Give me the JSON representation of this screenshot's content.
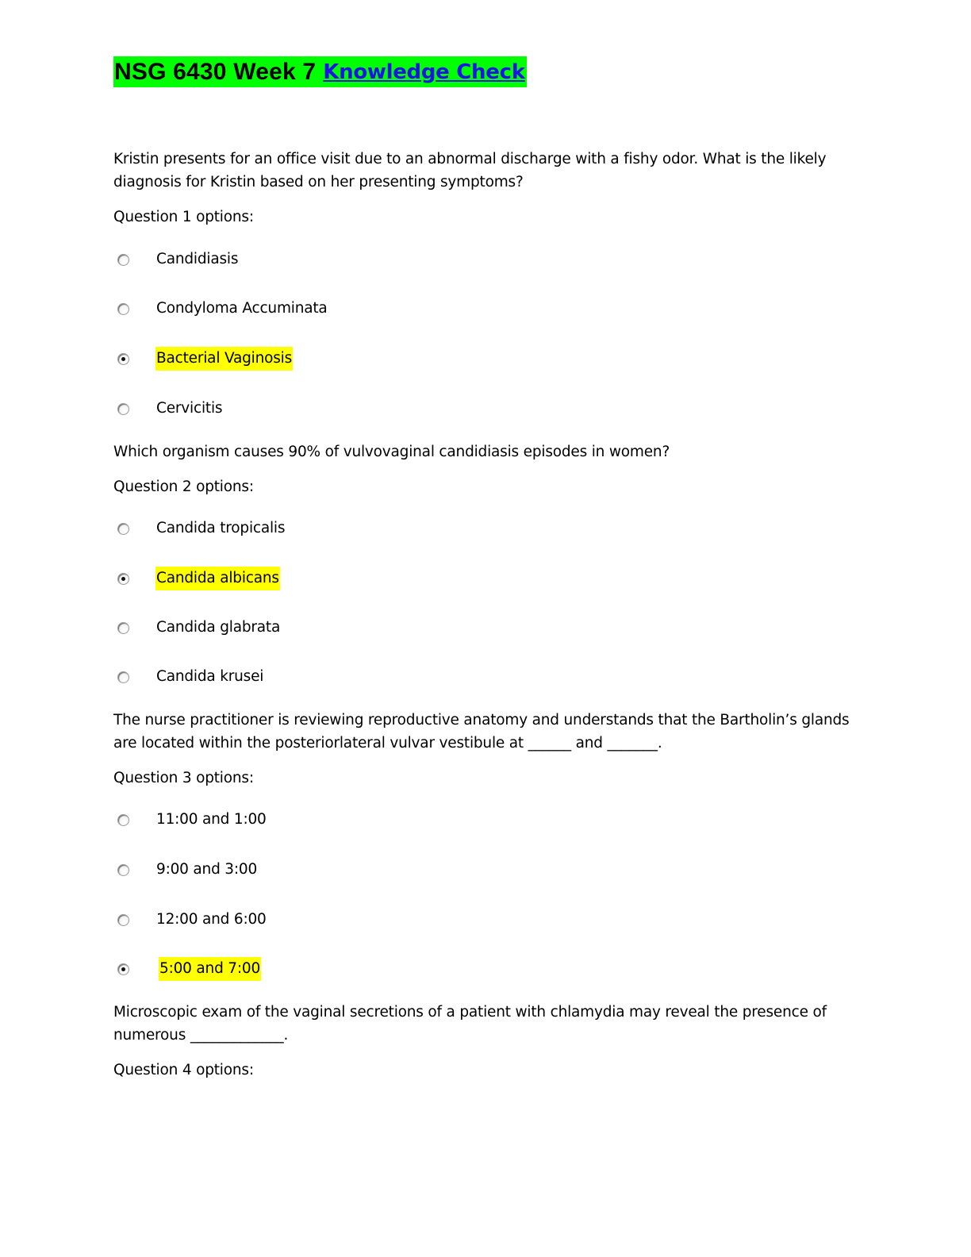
{
  "title": {
    "main": "NSG 6430 Week 7",
    "link": "Knowledge Check",
    "highlight_color": "#00ff00",
    "link_color": "#1a12e6"
  },
  "answer_highlight_color": "#ffff00",
  "questions": [
    {
      "prompt_line1": "Kristin presents for an office visit due to an abnormal discharge with a fishy odor. What is the likely",
      "prompt_line2": "diagnosis for Kristin based on her presenting symptoms?",
      "options_label": "Question 1 options:",
      "options": [
        {
          "label": "Candidiasis",
          "selected": false
        },
        {
          "label": "Condyloma Accuminata",
          "selected": false
        },
        {
          "label": "Bacterial Vaginosis",
          "selected": true
        },
        {
          "label": "Cervicitis",
          "selected": false
        }
      ]
    },
    {
      "prompt_line1": "Which organism causes 90% of vulvovaginal candidiasis episodes in women?",
      "options_label": "Question 2 options:",
      "options": [
        {
          "label": "Candida tropicalis",
          "selected": false
        },
        {
          "label": "Candida albicans",
          "selected": true
        },
        {
          "label": "Candida glabrata",
          "selected": false
        },
        {
          "label": "Candida krusei",
          "selected": false
        }
      ]
    },
    {
      "prompt_line1": "The nurse practitioner is reviewing reproductive anatomy and understands that the Bartholin’s glands",
      "prompt_line2": "are located within the posteriorlateral vulvar vestibule at ______ and _______.",
      "options_label": "Question 3 options:",
      "options": [
        {
          "label": "11:00 and 1:00",
          "selected": false
        },
        {
          "label": "9:00 and 3:00",
          "selected": false
        },
        {
          "label": "12:00 and 6:00",
          "selected": false
        },
        {
          "label": "5:00 and 7:00",
          "selected": true
        }
      ]
    },
    {
      "prompt_line1": "Microscopic exam of the vaginal secretions of a patient with chlamydia may reveal the presence of",
      "prompt_line2": "numerous _____________.",
      "options_label": "Question 4 options:"
    }
  ]
}
